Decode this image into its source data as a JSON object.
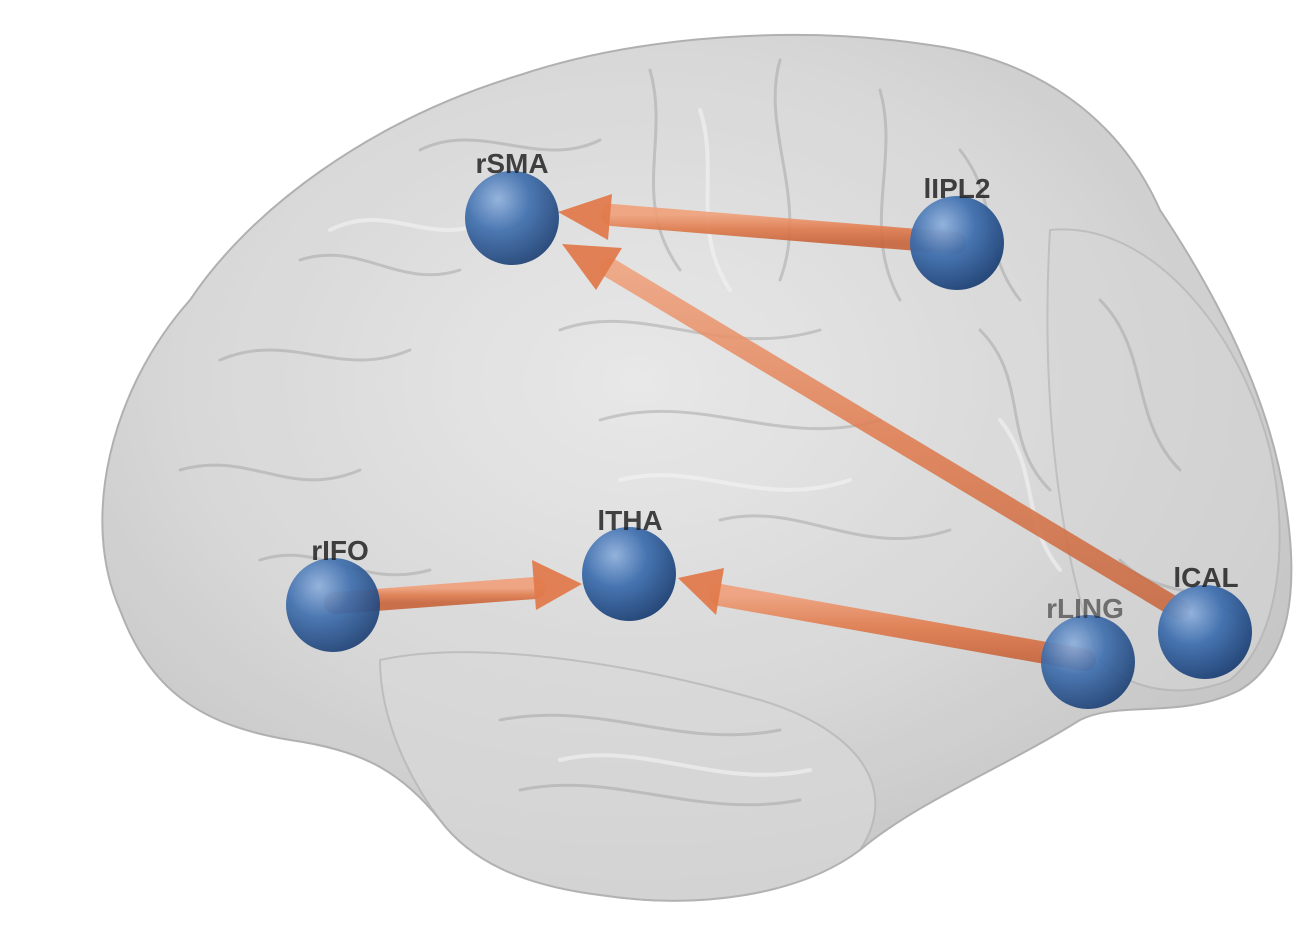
{
  "nodes": [
    {
      "id": "rSMA",
      "label": "rSMA"
    },
    {
      "id": "lIPL2",
      "label": "lIPL2"
    },
    {
      "id": "rIFO",
      "label": "rIFO"
    },
    {
      "id": "lTHA",
      "label": "lTHA"
    },
    {
      "id": "rLING",
      "label": "rLING"
    },
    {
      "id": "lCAL",
      "label": "lCAL"
    }
  ],
  "edges": [
    {
      "from": "lIPL2",
      "to": "rSMA"
    },
    {
      "from": "lCAL",
      "to": "rSMA"
    },
    {
      "from": "rIFO",
      "to": "lTHA"
    },
    {
      "from": "rLING",
      "to": "lTHA"
    }
  ],
  "colors": {
    "node": "#2f5e9c",
    "node_highlight": "#8fb0dc",
    "edge": "#e07a4c",
    "brain": "#c9c9c9"
  }
}
